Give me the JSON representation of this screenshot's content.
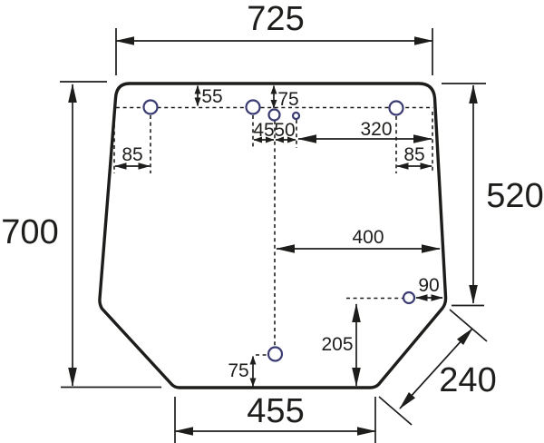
{
  "drawing": {
    "colors": {
      "line": "#1d1d1b",
      "hole_stroke": "#3b3b74",
      "background": "#ffffff"
    },
    "dims": {
      "top_width": "725",
      "overall_height": "700",
      "right_height": "520",
      "bottom_width": "455",
      "corner_edge": "240",
      "center_to_right_edge": "400",
      "top_hole_span": "320",
      "bottom_hole_height": "205",
      "right_hole_to_edge": "90",
      "top_left_hole_inset": "85",
      "top_right_hole_inset": "85",
      "top_hole_drop": "55",
      "top_center_hole_drop": "75",
      "center_hole_gap_left": "45",
      "center_hole_gap_right": "50",
      "bottom_hole_rise": "75"
    }
  }
}
